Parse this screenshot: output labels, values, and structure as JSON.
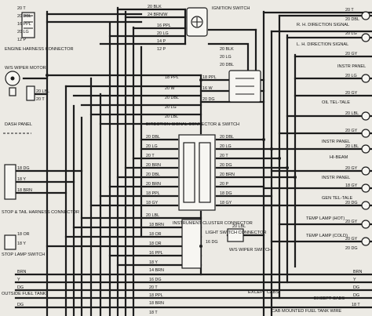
{
  "components": {
    "engine_harness_connector": "ENGINE HARNESS CONNECTOR",
    "ws_wiper_motor": "W/S WIPER MOTOR",
    "ignition_switch": "IGNITION SWITCH",
    "rh_direction_signal": "R. H. DIRECTION SIGNAL",
    "lh_direction_signal": "L. H. DIRECTION SIGNAL",
    "instr_panel": "INSTR PANEL",
    "oil_tel_tale": "OIL TEL-TALE",
    "dash_panel": "DASH PANEL",
    "direction_signal_connector": "DIRECTION SIGNAL CONNECTOR & SWITCH",
    "hi_beam": "HI-BEAM",
    "instrument_cluster_connector": "INSTRUMENT CLUSTER CONNECTOR",
    "gen_tel_tale": "GEN TEL-TALE",
    "ws_wiper_switch": "W/S WIPER SWITCH",
    "stop_tail_connector": "STOP & TAIL HARNESS CONNECTOR",
    "light_switch_connector": "LIGHT SWITCH CONNECTOR",
    "temp_lamp_hot": "TEMP LAMP (HOT)",
    "stop_lamp_switch": "STOP LAMP SWITCH",
    "temp_lamp_cold": "TEMP LAMP (COLD)",
    "outside_fuel_tank": "OUTSIDE FUEL TANK",
    "except_cabs_1": "EXCEPT CABS",
    "except_cabs_2": "EXCEPT CABS",
    "cab_mounted_fuel_tank": "CAB MOUNTED FUEL TANK WIRE"
  },
  "wire_labels": {
    "ign_1": "20 BLK",
    "ign_2": "24 BRN/W",
    "eng_1": "20 T",
    "eng_2": "20 DBL",
    "eng_3": "16 PPL",
    "eng_4": "20 LG",
    "eng_5": "12 P",
    "sw_1": "16 PPL",
    "sw_2": "20 LG",
    "sw_3": "14 P",
    "sw_4": "12 P",
    "wip_1": "20 LBL",
    "wip_2": "20 T",
    "dir_1": "20 BLK",
    "dir_2": "20 LG",
    "dir_3": "20 DBL",
    "ds_1": "18 PPL",
    "ds_2": "20 W",
    "ds_3": "20 DBL",
    "ds_4": "20 LG",
    "ds_5": "20 LBL",
    "dsr_1": "18 PPL",
    "dsr_2": "16 W",
    "dsr_3": "20 DG",
    "cl_1": "20 DBL",
    "cl_2": "20 LG",
    "cl_3": "20 T",
    "cl_4": "20 BRN",
    "cl_5": "20 DBL",
    "cl_6": "20 BRN",
    "cl_7": "18 PPL",
    "cl_8": "18 GY",
    "cr_1": "20 DBL",
    "cr_2": "20 LG",
    "cr_3": "20 T",
    "cr_4": "20 DG",
    "cr_5": "20 BRN",
    "cr_6": "20 P",
    "cr_7": "18 DG",
    "cr_8": "18 GY",
    "ip_1": "20 T",
    "ip_2": "20 DBL",
    "ip_3": "20 LG",
    "ip_4": "20 GY",
    "ip_5": "20 LG",
    "ip_6": "20 GY",
    "ip_7": "20 LBL",
    "ip_8": "20 GY",
    "ip_9": "20 LBL",
    "ip_10": "20 GY",
    "ip_11": "18 GY",
    "ip_12": "20 DG",
    "ip_13": "20 GY",
    "ip_14": "20 GY",
    "ip_15": "20 DG",
    "st_1": "18 DG",
    "st_2": "18 Y",
    "st_3": "18 BRN",
    "lbl_1": "20 LBL",
    "lbl_2": "20 LBL",
    "ls_1": "18 BRN",
    "ls_2": "18 OR",
    "ls_3": "18 OR",
    "ls_4": "16 PPL",
    "ls_5": "18 Y",
    "ls_6": "14 BRN",
    "ls_7": "16 DG",
    "sl_1": "18 OR",
    "sl_2": "18 Y",
    "bl_1": "BRN",
    "bl_2": "Y",
    "bl_3": "DG",
    "bl_4": "DG",
    "bl_5": "16 DG",
    "bl_6": "20 T",
    "bl_7": "18 PPL",
    "bl_8": "18 BRN",
    "bl_9": "18 T",
    "br_1": "BRN",
    "br_2": "Y",
    "br_3": "DG",
    "br_4": "DG",
    "br_5": "18 T"
  }
}
